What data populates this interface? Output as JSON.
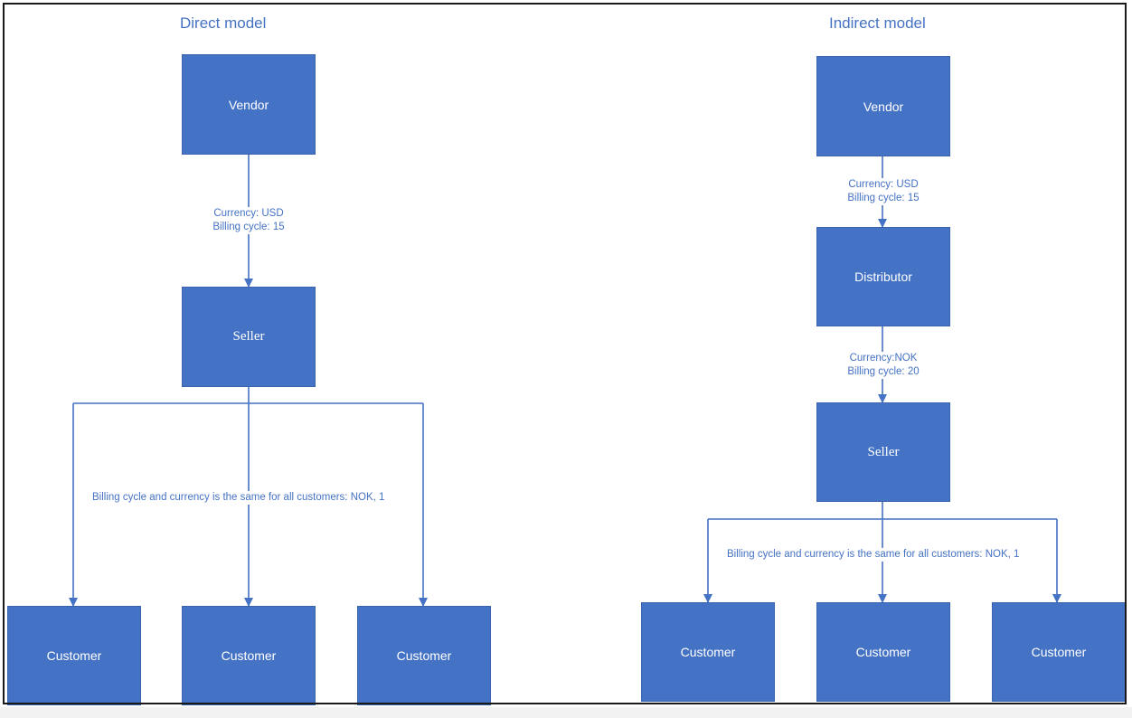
{
  "colors": {
    "accent": "#4472c4",
    "line": "#4472c4",
    "node_text": "#ffffff",
    "frame": "#1a1a1a"
  },
  "direct": {
    "title": "Direct model",
    "vendor": "Vendor",
    "seller": "Seller",
    "edge_currency": "Currency: USD",
    "edge_billing": "Billing cycle: 15",
    "customers_note": "Billing cycle and currency is the same for all customers: NOK, 1",
    "customers": [
      "Customer",
      "Customer",
      "Customer"
    ]
  },
  "indirect": {
    "title": "Indirect model",
    "vendor": "Vendor",
    "distributor": "Distributor",
    "seller": "Seller",
    "edge1_currency": "Currency: USD",
    "edge1_billing": "Billing cycle: 15",
    "edge2_currency": "Currency:NOK",
    "edge2_billing": "Billing cycle: 20",
    "customers_note": "Billing cycle and currency is the same for all customers: NOK, 1",
    "customers": [
      "Customer",
      "Customer",
      "Customer"
    ]
  }
}
